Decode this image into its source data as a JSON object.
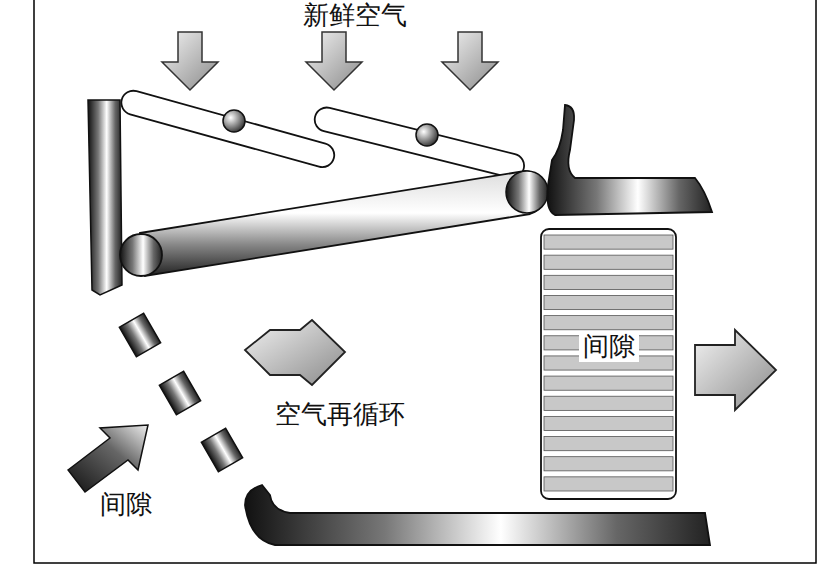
{
  "diagram": {
    "nodes": [
      {
        "text": [
          "间隙"
        ]
      }
    ],
    "labels": [
      "新鲜空气",
      "空气再循环",
      "间隙"
    ]
  }
}
